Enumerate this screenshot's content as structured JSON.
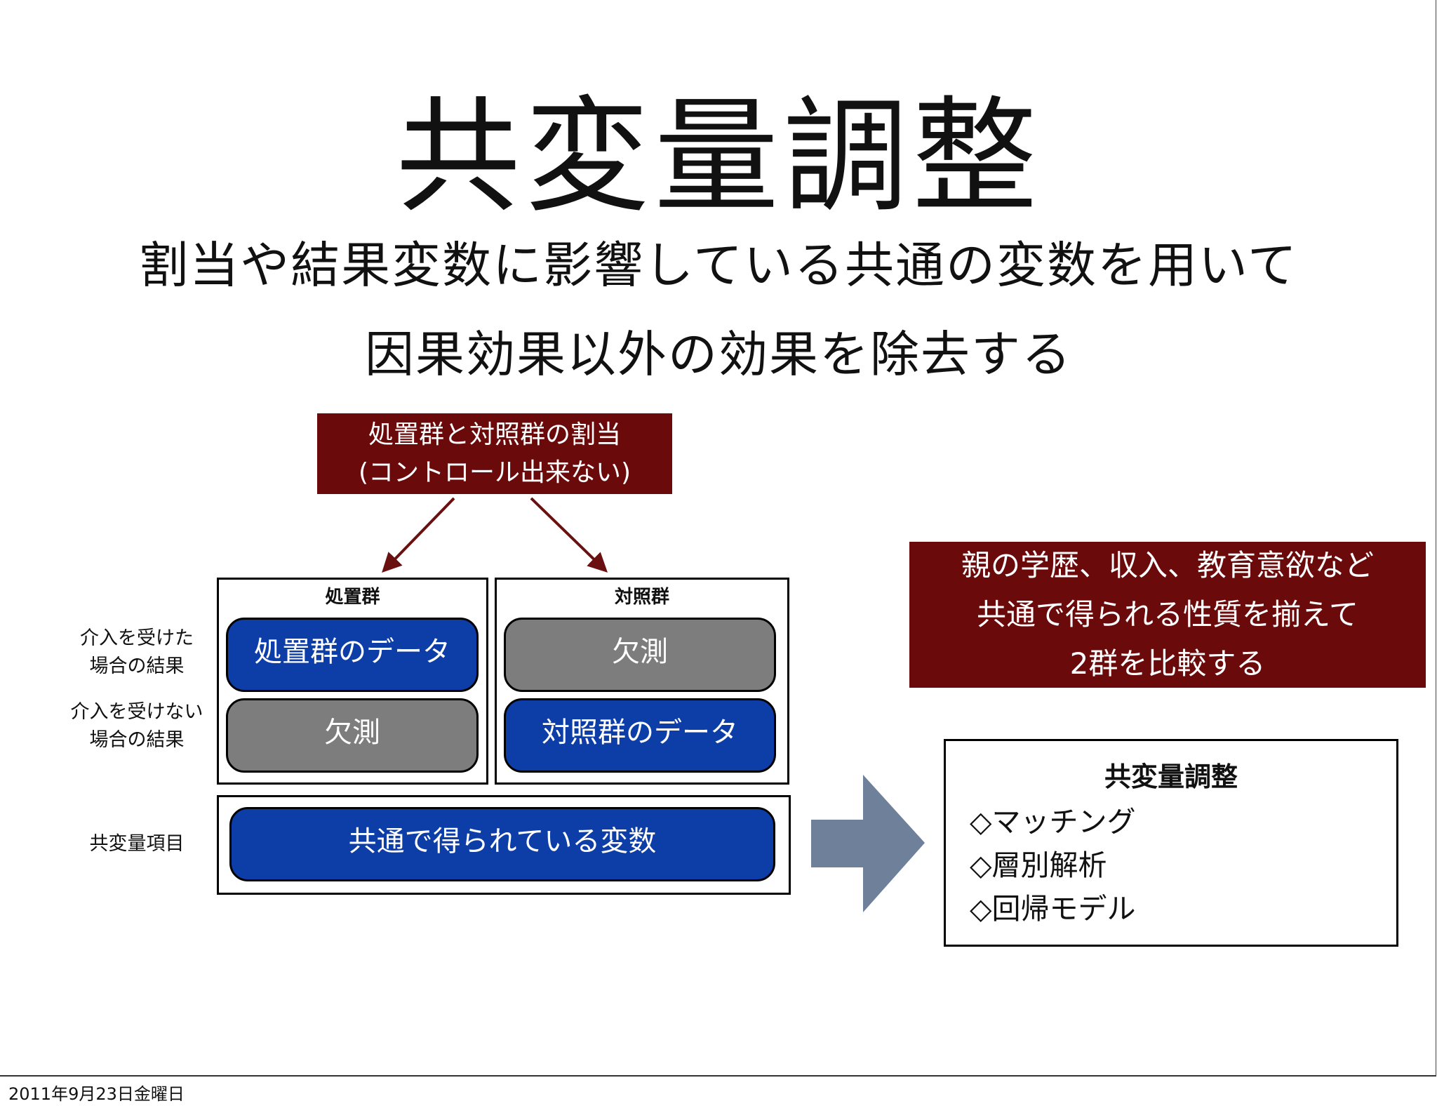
{
  "title": "共変量調整",
  "subtitle_lines": [
    "割当や結果変数に影響している共通の変数を用いて",
    "因果効果以外の効果を除去する"
  ],
  "assignment_box": {
    "lines": [
      "処置群と対照群の割当",
      "(コントロール出来ない)"
    ],
    "color": "#6b0a0a"
  },
  "groups": {
    "treatment": {
      "header": "処置群",
      "with_intervention": "処置群のデータ",
      "without_intervention": "欠測"
    },
    "control": {
      "header": "対照群",
      "with_intervention": "欠測",
      "without_intervention": "対照群のデータ"
    }
  },
  "row_labels": {
    "with_intervention": [
      "介入を受けた",
      "場合の結果"
    ],
    "without_intervention": [
      "介入を受けない",
      "場合の結果"
    ],
    "covariates": "共変量項目"
  },
  "covariate_pill": "共通で得られている変数",
  "note_box": {
    "lines": [
      "親の学歴、収入、教育意欲など",
      "共通で得られる性質を揃えて",
      "2群を比較する"
    ],
    "color": "#6b0a0a"
  },
  "methods_box": {
    "title": "共変量調整",
    "items": [
      "◇マッチング",
      "◇層別解析",
      "◇回帰モデル"
    ]
  },
  "colors": {
    "data_pill": "#0d3ea8",
    "missing_pill": "#7d7d7d",
    "big_arrow": "#6f809b",
    "small_arrow": "#6b1010"
  },
  "footer": "2011年9月23日金曜日"
}
